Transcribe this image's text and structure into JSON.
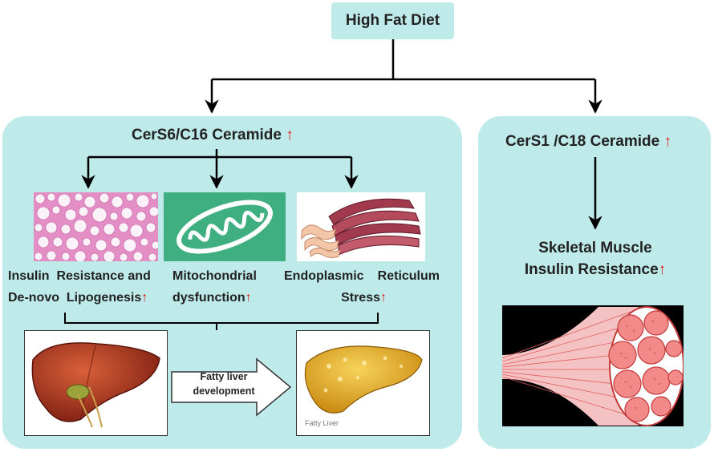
{
  "top": {
    "title": "High Fat Diet"
  },
  "left_panel": {
    "title": "CerS6/C16 Ceramide",
    "outcomes": [
      {
        "line1": "Insulin",
        "line1b": "Resistance and",
        "line2": "De-novo",
        "line2b": "Lipogenesis"
      },
      {
        "line1": "Mitochondrial",
        "line2": "dysfunction"
      },
      {
        "line1": "Endoplasmic",
        "line1b": "Reticulum",
        "line2": "Stress"
      }
    ],
    "arrow_text_1": "Fatty liver",
    "arrow_text_2": "development",
    "fatty_caption": "Fatty Liver"
  },
  "right_panel": {
    "title": "CerS1 /C18 Ceramide",
    "outcome_line1": "Skeletal Muscle",
    "outcome_line2": "Insulin Resistance"
  },
  "up_arrow": "↑",
  "colors": {
    "panel_bg": "#bfeaea",
    "up_arrow": "#e01818",
    "mito_bg": "#3fae80"
  }
}
